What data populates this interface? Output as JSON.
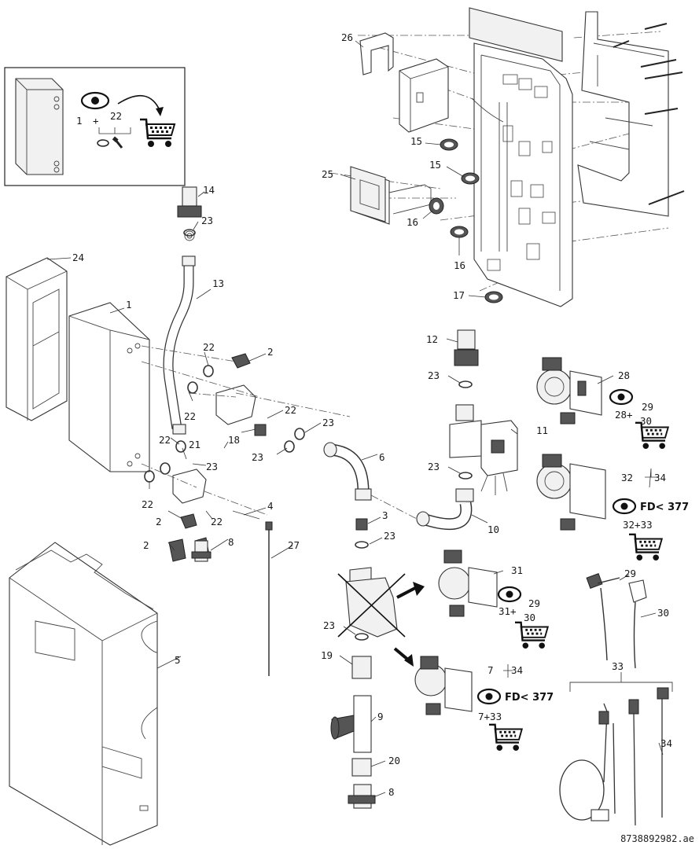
{
  "document_id": "8738892982.ae",
  "kit_box": {
    "label_1": "1",
    "plus": "+",
    "label_22": "22"
  },
  "labels": {
    "l1": "1",
    "l2a": "2",
    "l2b": "2",
    "l2c": "2",
    "l3": "3",
    "l4": "4",
    "l5": "5",
    "l6": "6",
    "l7": "7",
    "l8a": "8",
    "l8b": "8",
    "l9": "9",
    "l10": "10",
    "l11": "11",
    "l12": "12",
    "l13": "13",
    "l14": "14",
    "l15a": "15",
    "l15b": "15",
    "l16a": "16",
    "l16b": "16",
    "l17": "17",
    "l18": "18",
    "l19": "19",
    "l20": "20",
    "l21": "21",
    "l22a": "22",
    "l22b": "22",
    "l22c": "22",
    "l22d": "22",
    "l22e": "22",
    "l22f": "22",
    "l23a": "23",
    "l23b": "23",
    "l23c": "23",
    "l23d": "23",
    "l23e": "23",
    "l23f": "23",
    "l23g": "23",
    "l23h": "23",
    "l24": "24",
    "l25": "25",
    "l26": "26",
    "l27": "27",
    "l28": "28",
    "l29": "29",
    "l30": "30",
    "l31": "31",
    "l32": "32",
    "l33": "33",
    "l34a": "34",
    "l34b": "34",
    "l34c": "34",
    "l29b": "29",
    "l30b": "30"
  },
  "notes": {
    "p28_top": "29",
    "p28_bot": "28+",
    "p28_30": "30",
    "p32_fd": "FD< 377",
    "p32_kit": "32+33",
    "p31_29": "29",
    "p31_kit": "31+",
    "p31_30": "30",
    "p7_fd": "FD< 377",
    "p7_kit": "7+33"
  }
}
